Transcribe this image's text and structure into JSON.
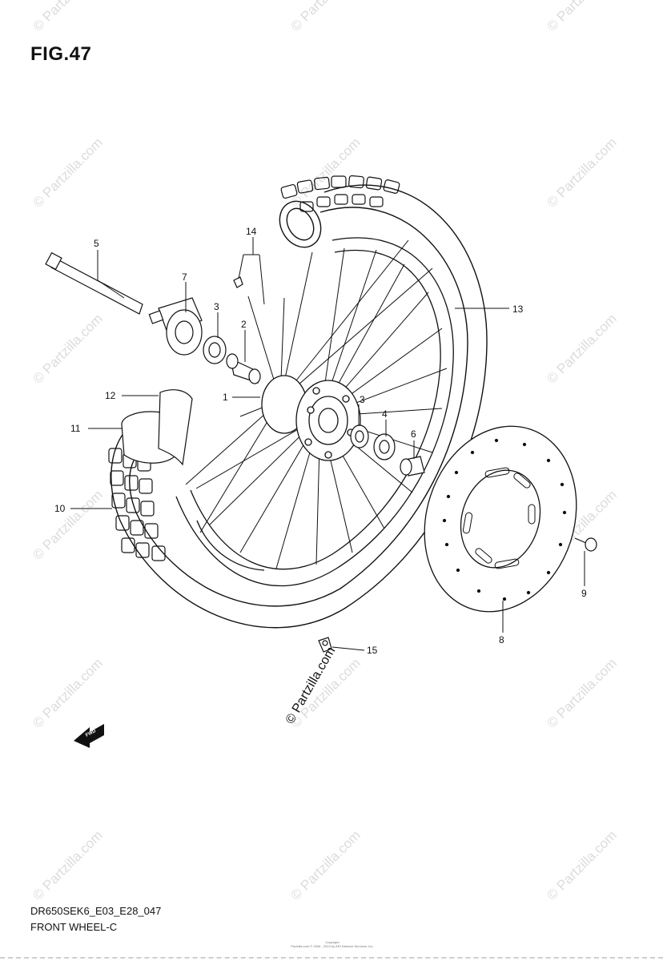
{
  "figure": {
    "title": "FIG.47",
    "model_code": "DR650SEK6_E03_E28_047",
    "name": "FRONT WHEEL-C",
    "credit_line1": "Copyright",
    "credit_line2": "Partzilla.com © 2006 - 2019 by ARI Network Services, Inc."
  },
  "watermark": {
    "text": "© Partzilla.com",
    "center_text": "© Partzilla.com"
  },
  "fwd_label": "FWD",
  "callouts": {
    "c1": "1",
    "c2": "2",
    "c3a": "3",
    "c3b": "3",
    "c4": "4",
    "c5": "5",
    "c6": "6",
    "c7": "7",
    "c8": "8",
    "c9": "9",
    "c10": "10",
    "c11": "11",
    "c12": "12",
    "c13": "13",
    "c14": "14",
    "c15": "15"
  }
}
